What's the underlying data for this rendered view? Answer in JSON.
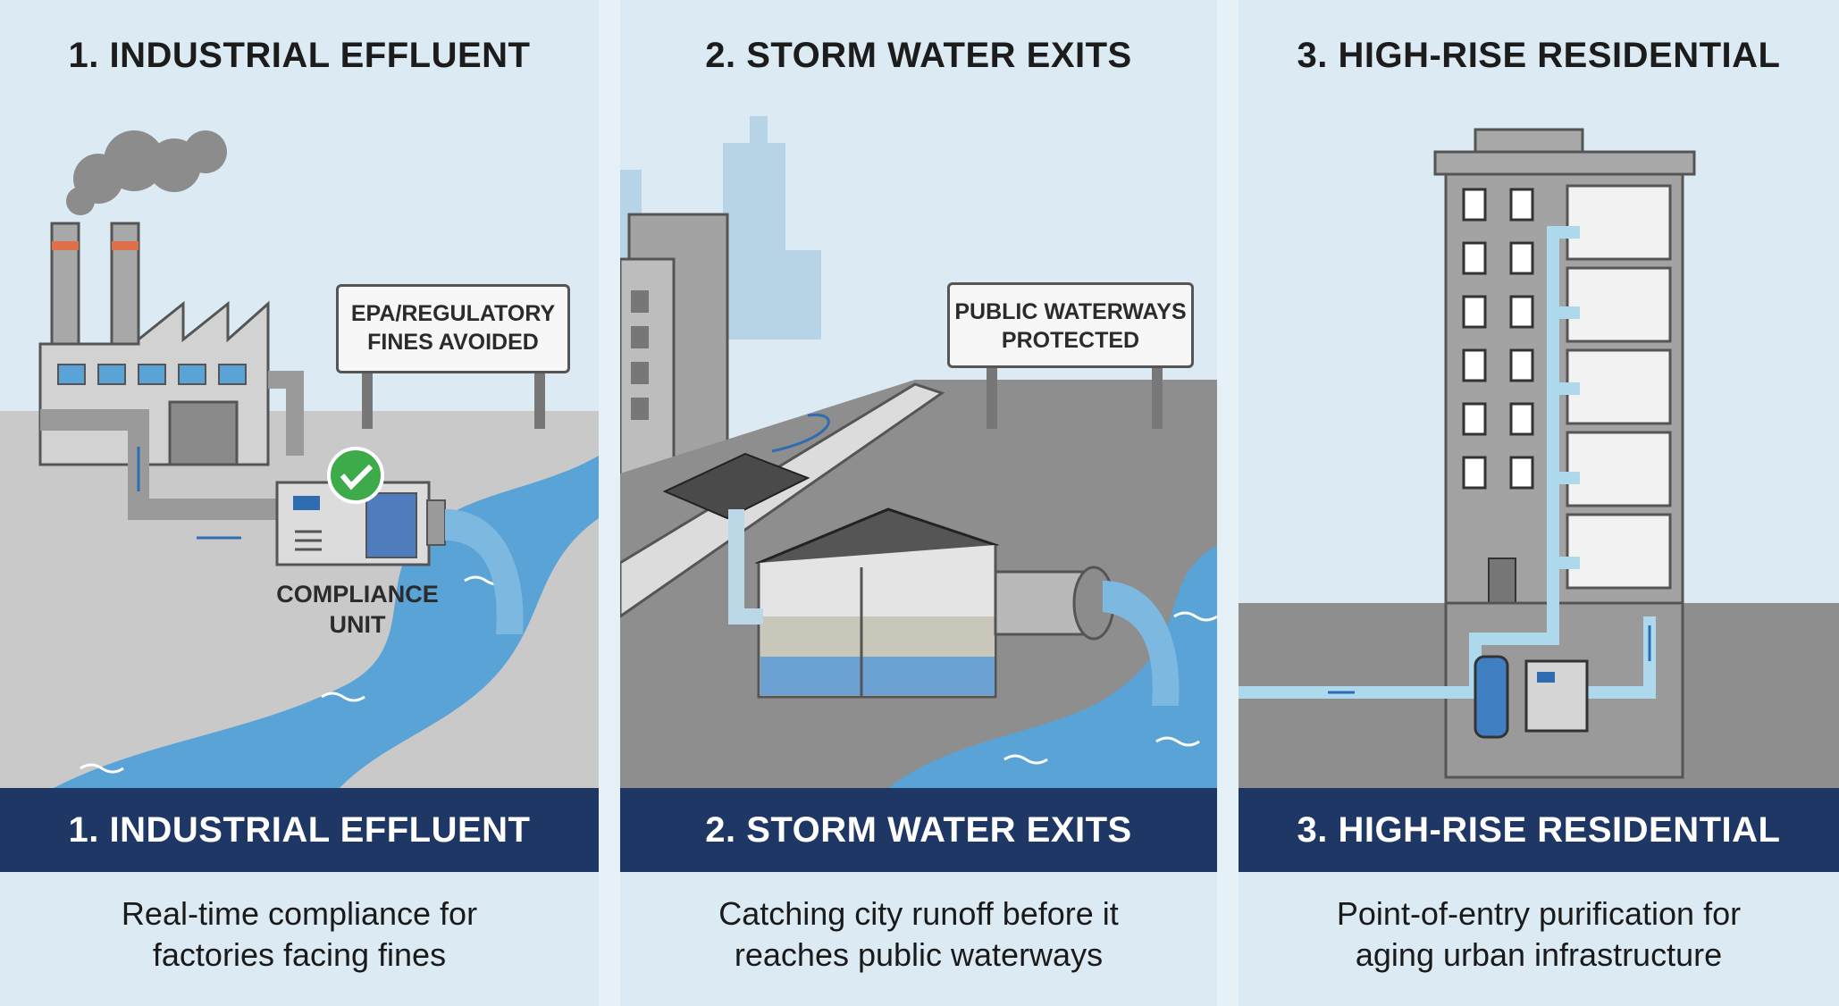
{
  "panels": [
    {
      "title": "1. INDUSTRIAL EFFLUENT",
      "band": "1. INDUSTRIAL EFFLUENT",
      "caption_line1": "Real-time compliance for",
      "caption_line2": "factories facing fines",
      "sign_line1": "EPA/REGULATORY",
      "sign_line2": "FINES AVOIDED",
      "unit_line1": "COMPLIANCE",
      "unit_line2": "UNIT"
    },
    {
      "title": "2. STORM WATER EXITS",
      "band": "2. STORM WATER EXITS",
      "caption_line1": "Catching city runoff before it",
      "caption_line2": "reaches public waterways",
      "sign_line1": "PUBLIC WATERWAYS",
      "sign_line2": "PROTECTED"
    },
    {
      "title": "3. HIGH-RISE RESIDENTIAL",
      "band": "3. HIGH-RISE RESIDENTIAL",
      "caption_line1": "Point-of-entry purification for",
      "caption_line2": "aging urban infrastructure"
    }
  ],
  "colors": {
    "band": "#1f3764",
    "water": "#5aa3d6",
    "ground": "#c9c9c9",
    "pipe": "#aed8ec",
    "check": "#3dab4a"
  },
  "icons": [
    "factory-icon",
    "smoke-icon",
    "check-icon",
    "compliance-unit-icon",
    "storm-drain-icon",
    "outfall-pipe-icon",
    "building-icon",
    "filter-unit-icon"
  ]
}
